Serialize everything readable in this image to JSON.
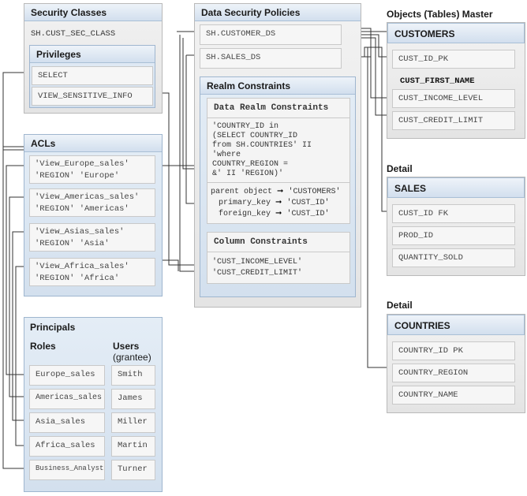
{
  "security_classes": {
    "title": "Security Classes",
    "class_name": "SH.CUST_SEC_CLASS",
    "privileges_title": "Privileges",
    "privileges": [
      "SELECT",
      "VIEW_SENSITIVE_INFO"
    ]
  },
  "acls": {
    "title": "ACLs",
    "items": [
      {
        "line1": "'View_Europe_sales'",
        "line2": "'REGION' 'Europe'"
      },
      {
        "line1": "'View_Americas_sales'",
        "line2": "'REGION' 'Americas'"
      },
      {
        "line1": "'View_Asias_sales'",
        "line2": "'REGION' 'Asia'"
      },
      {
        "line1": "'View_Africa_sales'",
        "line2": "'REGION' 'Africa'"
      }
    ]
  },
  "principals": {
    "title": "Principals",
    "roles_label": "Roles",
    "users_label": "Users",
    "grantee_label": "(grantee)",
    "roles": [
      "Europe_sales",
      "Americas_sales",
      "Asia_sales",
      "Africa_sales",
      "Business_Analyst"
    ],
    "users": [
      "Smith",
      "James",
      "Miller",
      "Martin",
      "Turner"
    ]
  },
  "data_security_policies": {
    "title": "Data Security Policies",
    "policies": [
      "SH.CUSTOMER_DS",
      "SH.SALES_DS"
    ],
    "realm_title": "Realm Constraints",
    "data_realm": {
      "title": "Data Realm Constraints",
      "predicate": [
        "'COUNTRY_ID in",
        "(SELECT COUNTRY_ID",
        "from SH.COUNTRIES' II",
        "'where",
        "COUNTRY_REGION =",
        "&' II 'REGION)'"
      ],
      "parent_object_label": "parent object",
      "parent_object_value": "'CUSTOMERS'",
      "primary_key_label": "primary_key",
      "primary_key_value": "'CUST_ID'",
      "foreign_key_label": "foreign_key",
      "foreign_key_value": "'CUST_ID'"
    },
    "column_constraints": {
      "title": "Column Constraints",
      "columns": [
        "'CUST_INCOME_LEVEL'",
        "'CUST_CREDIT_LIMIT'"
      ]
    }
  },
  "objects": {
    "master_label": "Objects (Tables) Master",
    "customers": {
      "name": "CUSTOMERS",
      "columns": [
        "CUST_ID_PK",
        "CUST_FIRST_NAME",
        "CUST_INCOME_LEVEL",
        "CUST_CREDIT_LIMIT"
      ]
    },
    "detail_label_1": "Detail",
    "sales": {
      "name": "SALES",
      "columns": [
        "CUST_ID FK",
        "PROD_ID",
        "QUANTITY_SOLD"
      ]
    },
    "detail_label_2": "Detail",
    "countries": {
      "name": "COUNTRIES",
      "columns": [
        "COUNTRY_ID PK",
        "COUNTRY_REGION",
        "COUNTRY_NAME"
      ]
    }
  }
}
